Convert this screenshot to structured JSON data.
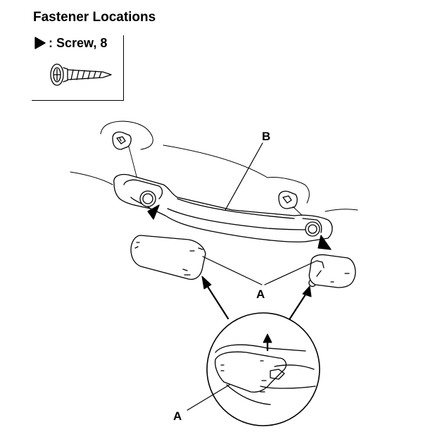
{
  "title": "Fastener Locations",
  "legend": {
    "symbol": "triangle-marker-icon",
    "label": ": Screw, 8"
  },
  "callouts": {
    "a_upper": "A",
    "a_lower": "A",
    "b": "B"
  },
  "colors": {
    "ink": "#000000",
    "paper": "#ffffff"
  }
}
